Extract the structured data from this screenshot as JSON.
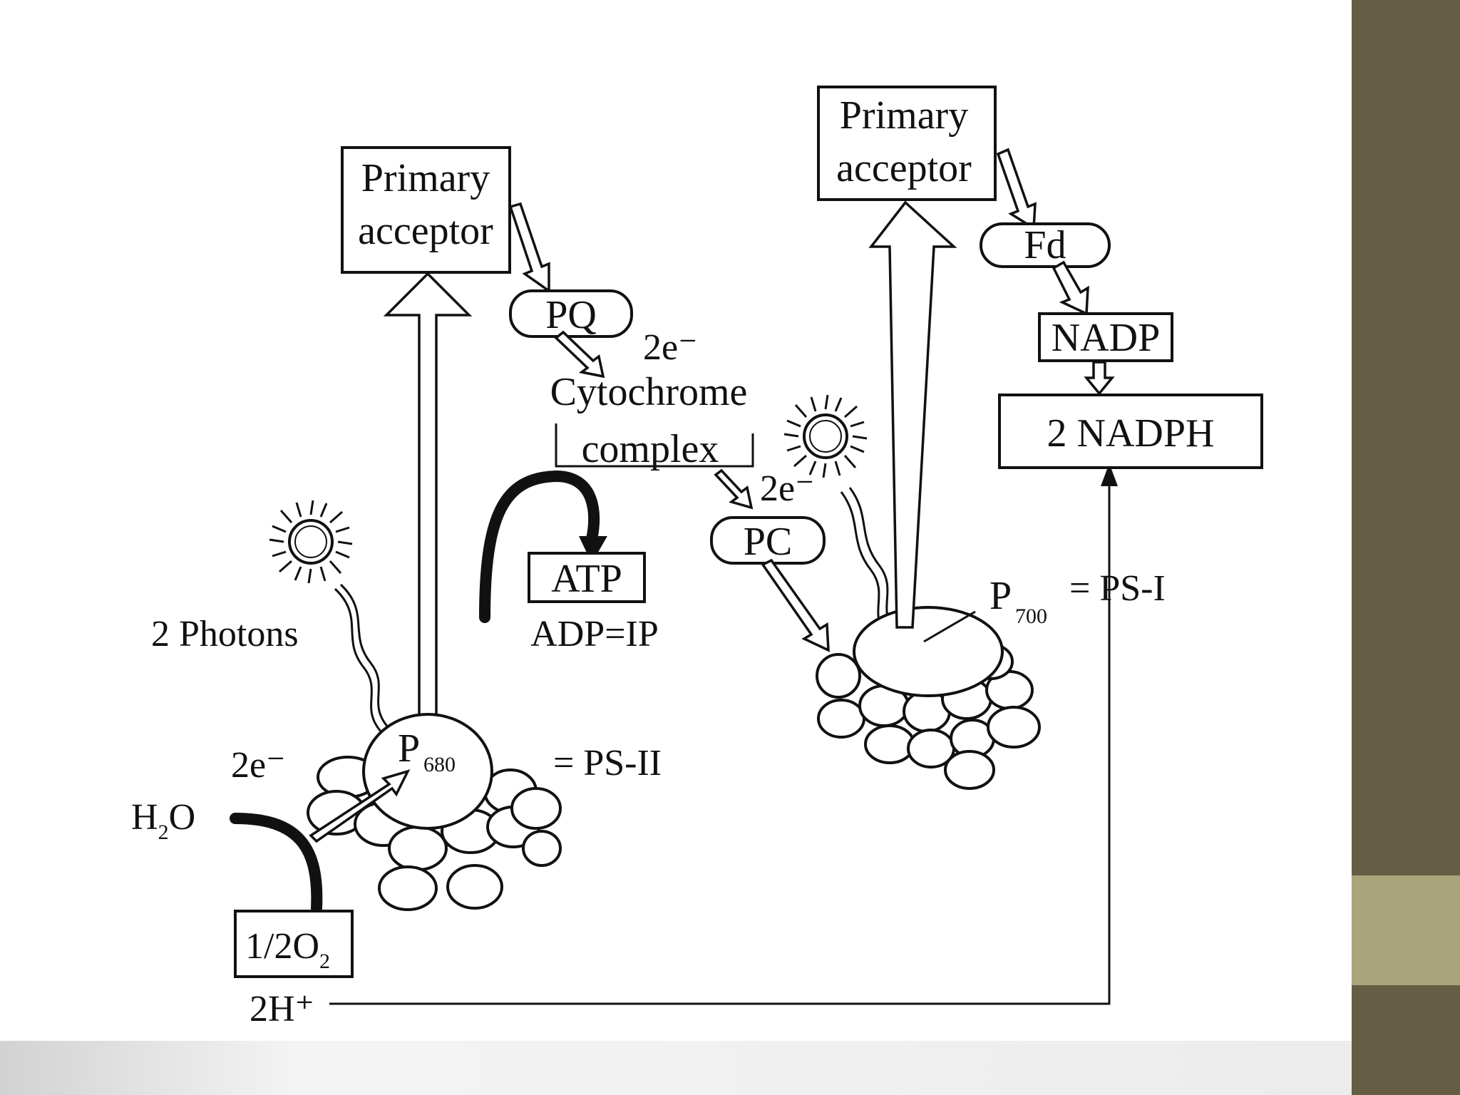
{
  "diagram": {
    "ps2": {
      "primary_acceptor_line1": "Primary",
      "primary_acceptor_line2": "acceptor",
      "photons": "2 Photons",
      "p680_main": "P",
      "p680_sub": "680",
      "ps_label": "= PS-II",
      "electrons": "2e⁻",
      "water": "H",
      "water_sub": "2",
      "water_tail": "O",
      "oxygen": "1/2O",
      "oxygen_sub": "2",
      "protons": "2H⁺"
    },
    "chain": {
      "pq": "PQ",
      "electrons_pq": "2e⁻",
      "cytochrome_line1": "Cytochrome",
      "cytochrome_line2": "complex",
      "atp": "ATP",
      "adp": "ADP=IP",
      "electrons_pc": "2e⁻",
      "pc": "PC"
    },
    "ps1": {
      "primary_acceptor_line1": "Primary",
      "primary_acceptor_line2": "acceptor",
      "fd": "Fd",
      "nadp": "NADP",
      "nadph": "2 NADPH",
      "p700_main": "P",
      "p700_sub": "700",
      "ps_label": "= PS-I"
    }
  },
  "colors": {
    "sidebar_dark": "#655e45",
    "sidebar_light": "#a9a47c",
    "ink": "#111111"
  }
}
